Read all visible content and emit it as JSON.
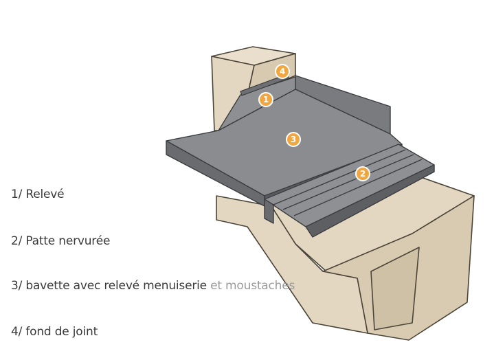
{
  "callouts": [
    {
      "id": "1",
      "label": "1"
    },
    {
      "id": "2",
      "label": "2"
    },
    {
      "id": "3",
      "label": "3"
    },
    {
      "id": "4",
      "label": "4"
    }
  ],
  "legend": [
    {
      "text": "1/ Relevé"
    },
    {
      "text": "2/ Patte nervurée"
    },
    {
      "text": "3/ bavette avec relevé menuiserie",
      "text_faded": " et moustaches"
    },
    {
      "text": "4/ fond de joint"
    }
  ],
  "colors": {
    "stone": "#e3d7c1",
    "stone_shadow": "#cfc1a6",
    "stone_line": "#4a4438",
    "metal_top": "#8a8b8e",
    "metal_side": "#6c6d71",
    "metal_dark": "#54555a",
    "callout_fill": "#f2a640",
    "callout_stroke": "#ffffff"
  }
}
